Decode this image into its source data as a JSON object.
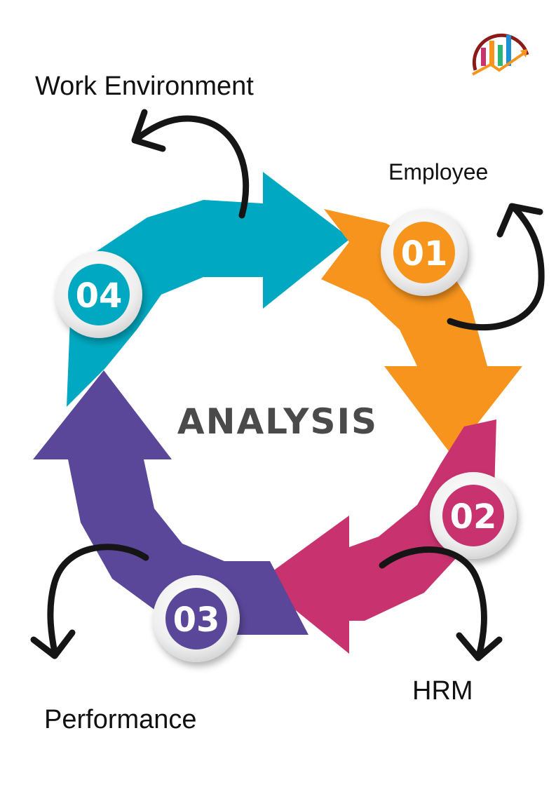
{
  "center": {
    "text": "ANALYSIS",
    "color": "#4a4a4a"
  },
  "steps": [
    {
      "number": "01",
      "label": "Employee",
      "color": "#F7941D"
    },
    {
      "number": "02",
      "label": "HRM",
      "color": "#C8326E"
    },
    {
      "number": "03",
      "label": "Performance",
      "color": "#5A479A"
    },
    {
      "number": "04",
      "label": "Work Environment",
      "color": "#00A9C1"
    }
  ],
  "colors": {
    "arrow_stroke": "#151515",
    "badge_outer": "#f2f2f2",
    "background": "#ffffff"
  },
  "logo": {
    "name": "bar-chart-growth-logo",
    "colors": [
      "#C8326E",
      "#F7941D",
      "#2BB673",
      "#1E90D6"
    ]
  }
}
